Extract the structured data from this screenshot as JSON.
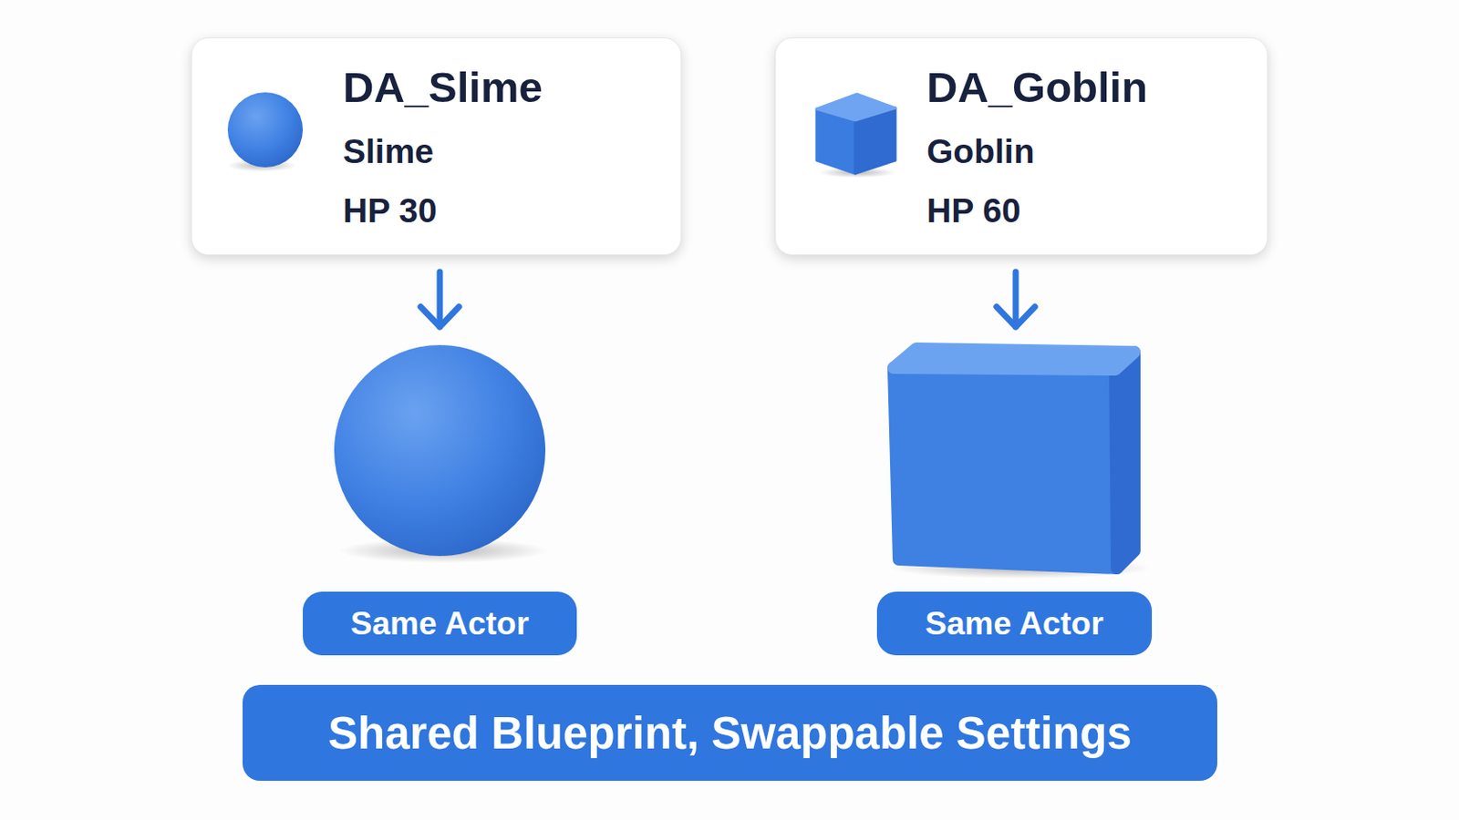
{
  "diagram": {
    "nodes": [
      {
        "text": [
          "DA_Slime",
          "Slime",
          "HP 30"
        ]
      },
      {
        "text": [
          "DA_Goblin",
          "Goblin",
          "HP 60"
        ]
      },
      {
        "text": [
          "Same Actor"
        ]
      },
      {
        "text": [
          "Same Actor"
        ]
      },
      {
        "text": [
          "Shared Blueprint, Swappable Settings"
        ]
      }
    ]
  }
}
